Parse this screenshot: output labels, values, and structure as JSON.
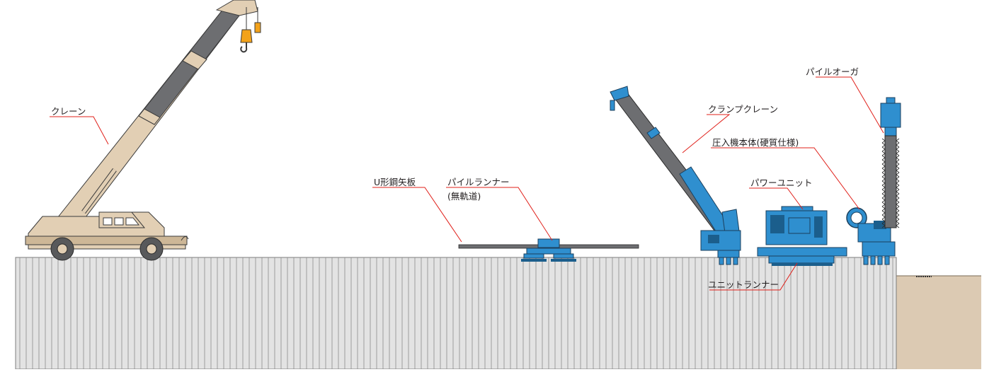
{
  "labels": {
    "crane": "クレーン",
    "sheet_pile": "U形鋼矢板",
    "pile_runner": "パイルランナー",
    "pile_runner_sub": "(無軌道)",
    "clamp_crane": "クランプクレーン",
    "press_machine": "圧入機本体(硬質仕様)",
    "power_unit": "パワーユニット",
    "unit_runner": "ユニットランナー",
    "pile_auger": "パイルオーガ"
  },
  "colors": {
    "leader_line": "#e0201a",
    "crane_beige": "#e2cfb4",
    "crane_boom_dark": "#6d6e71",
    "machine_blue": "#2f8fcf",
    "machine_blue_dark": "#1b5e8c",
    "sheet_pile_fill": "#e3e3e3",
    "sheet_pile_line": "#7c7c7c",
    "soil": "#dccab3",
    "hook_orange": "#f3a21a"
  }
}
